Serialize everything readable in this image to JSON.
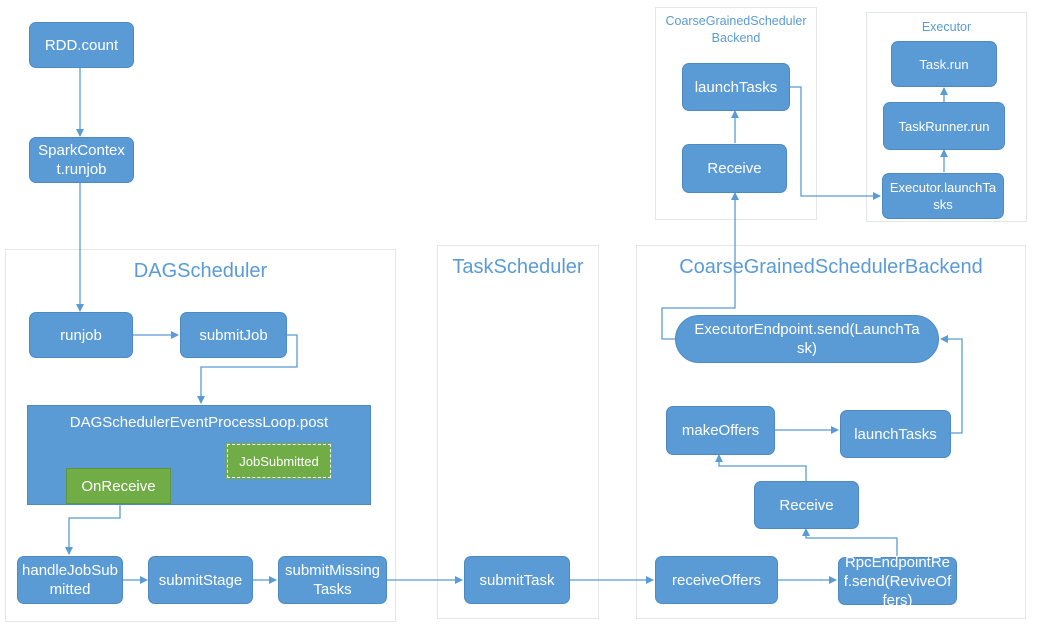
{
  "panels": {
    "dag": {
      "title": "DAGScheduler"
    },
    "task": {
      "title": "TaskScheduler"
    },
    "backend": {
      "title": "CoarseGrainedSchedulerBackend"
    },
    "backend_small": {
      "title": "CoarseGrainedSchedulerBackend"
    },
    "executor": {
      "title": "Executor"
    }
  },
  "nodes": {
    "rdd_count": "RDD.count",
    "spark_context_runjob": "SparkContext.runjob",
    "runjob": "runjob",
    "submit_job": "submitJob",
    "event_loop_post": "DAGSchedulerEventProcessLoop.post",
    "job_submitted": "JobSubmitted",
    "on_receive": "OnReceive",
    "handle_job_submitted": "handleJobSubmitted",
    "submit_stage": "submitStage",
    "submit_missing_tasks": "submitMissingTasks",
    "submit_task": "submitTask",
    "receive_offers": "receiveOffers",
    "rpc_send": "RpcEndpointRef.send(ReviveOffers)",
    "receive_backend": "Receive",
    "make_offers": "makeOffers",
    "launch_tasks_backend": "launchTasks",
    "executor_endpoint_send": "ExecutorEndpoint.send(LaunchTask)",
    "receive_small": "Receive",
    "launch_tasks_small": "launchTasks",
    "executor_launch_tasks": "Executor.launchTasks",
    "task_runner_run": "TaskRunner.run",
    "task_run": "Task.run"
  },
  "colors": {
    "node_fill": "#5b9bd5",
    "node_green": "#70ad47",
    "panel_border": "#e4e7ea",
    "title_blue": "#5b9bd5",
    "wire": "#5b9bd5"
  }
}
